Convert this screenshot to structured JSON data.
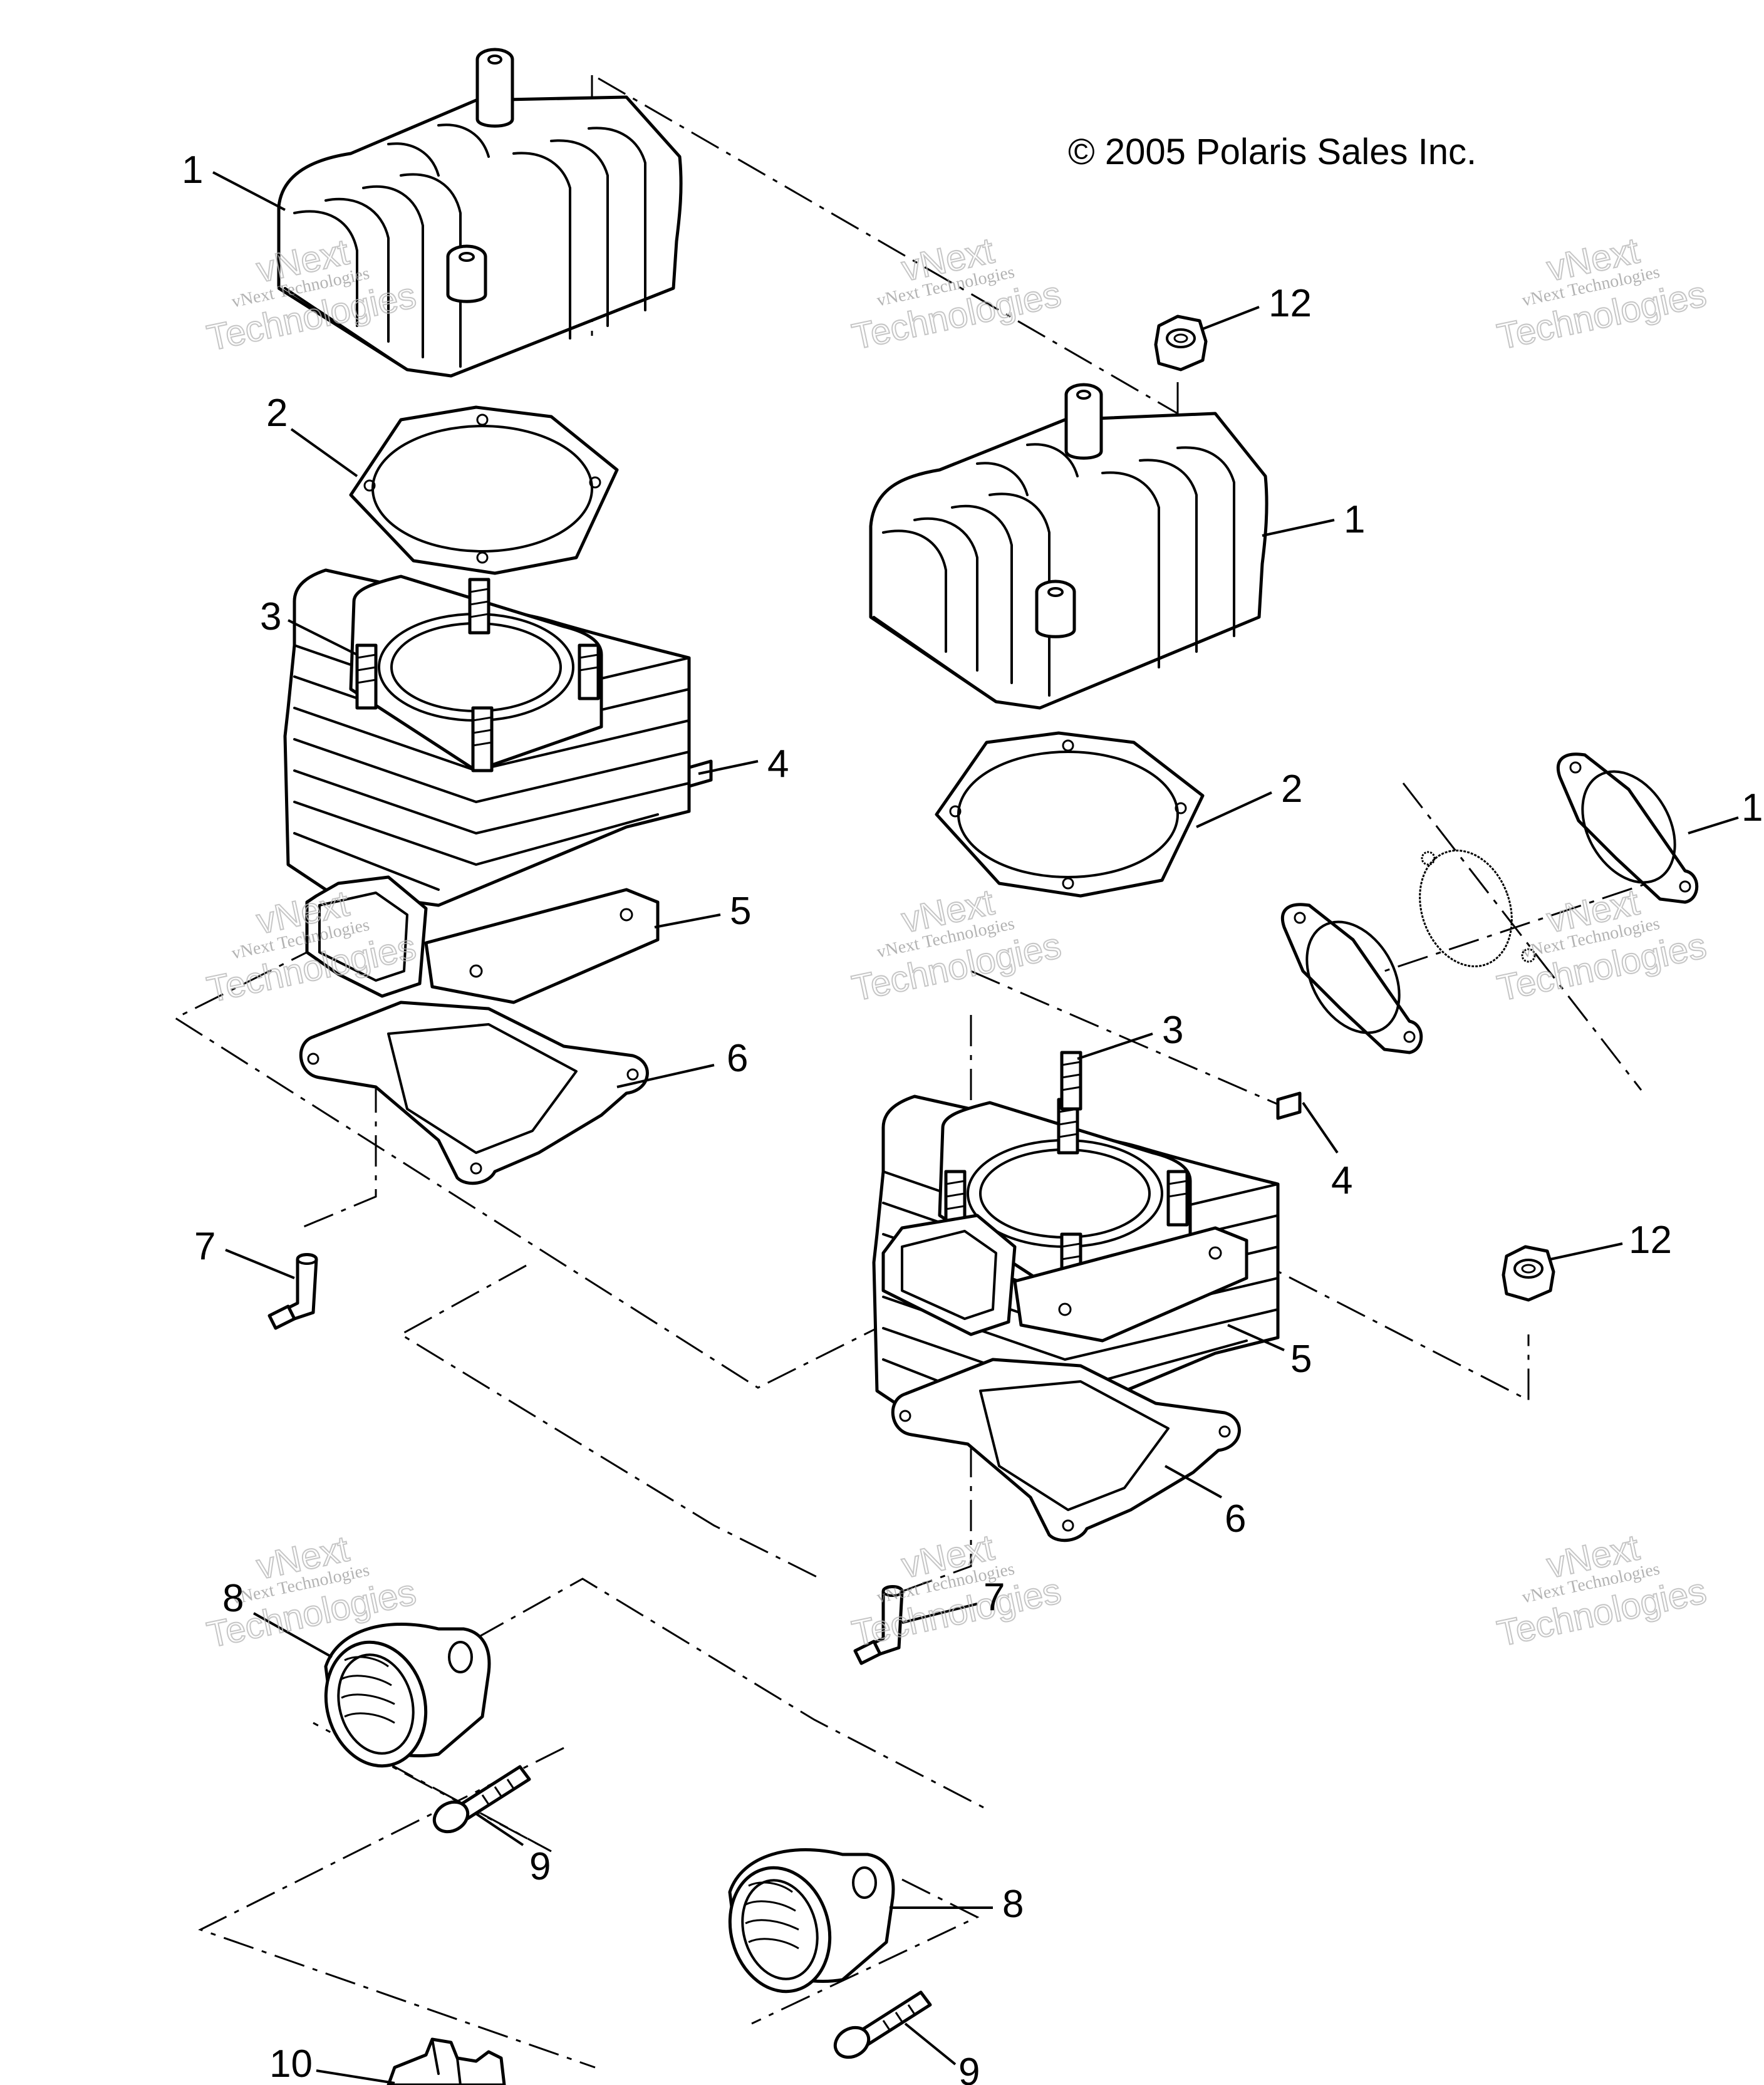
{
  "copyright": "© 2005 Polaris Sales Inc.",
  "watermark": {
    "line1": "vNext Technologies",
    "line2": "vNext",
    "line3": "Technologies"
  },
  "callouts": {
    "c1a": "1",
    "c2a": "2",
    "c3a": "3",
    "c4a": "4",
    "c5a": "5",
    "c6a": "6",
    "c7a": "7",
    "c8a": "8",
    "c9a": "9",
    "c10": "10",
    "c12a": "12",
    "c1b": "1",
    "c2b": "2",
    "c1c": "1",
    "c3b": "3",
    "c4b": "4",
    "c12b": "12",
    "c5b": "5",
    "c6b": "6",
    "c7b": "7",
    "c8b": "8",
    "c9b": "9"
  }
}
